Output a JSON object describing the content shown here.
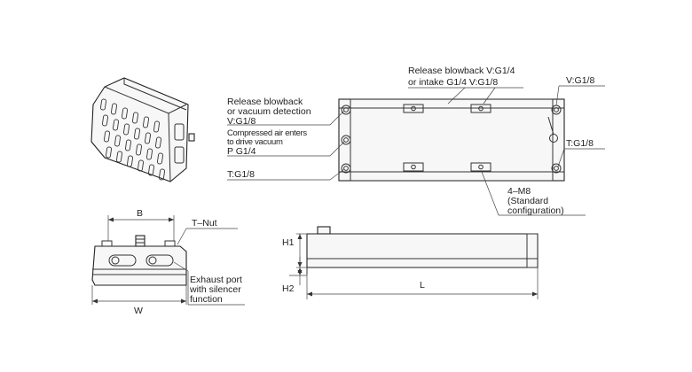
{
  "labels": {
    "release_vacuum_detect": [
      "Release blowback",
      "or vacuum detection",
      "V:G1/8"
    ],
    "compressed_air": [
      "Compressed air enters",
      "to drive vacuum",
      "P G1/4"
    ],
    "t_left": "T:G1/8",
    "release_intake": [
      "Release blowback V:G1/4",
      "or intake G1/4 V:G1/8"
    ],
    "v_right": "V:G1/8",
    "t_right": "T:G1/8",
    "m8": [
      "4–M8",
      "(Standard",
      "configuration)"
    ],
    "b": "B",
    "t_nut": "T–Nut",
    "exhaust": [
      "Exhaust port",
      "with silencer",
      "function"
    ],
    "w": "W",
    "h1": "H1",
    "h2": "H2",
    "l": "L"
  },
  "colors": {
    "line": "#333333",
    "fill": "#f7f7f7"
  }
}
